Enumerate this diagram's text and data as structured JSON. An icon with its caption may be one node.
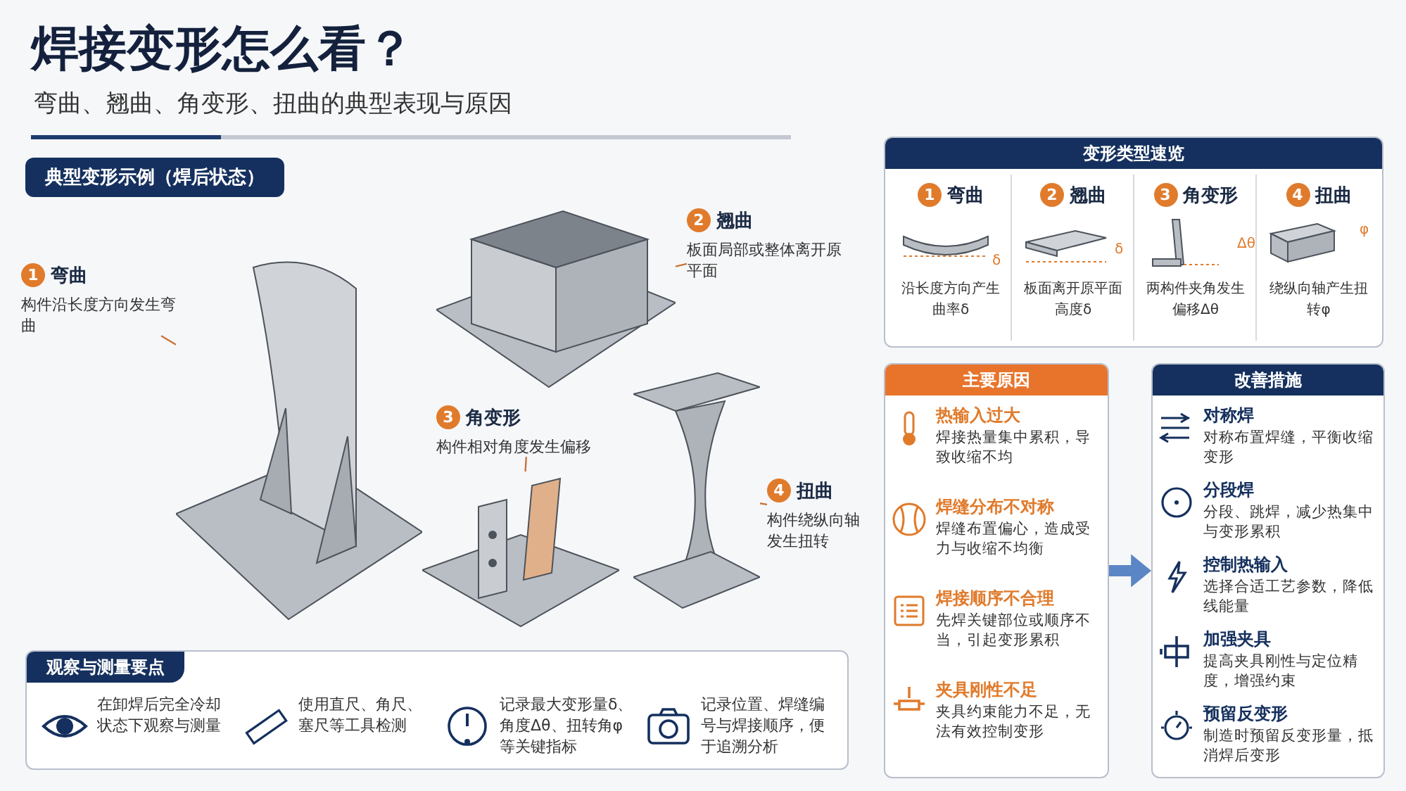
{
  "diagram": {
    "title": "焊接变形怎么看？",
    "nodes": [
      {
        "text": [],
        "shape": "picture"
      },
      {
        "text": [
          "1",
          "弯曲",
          "构件沿长度方向发生弯曲"
        ]
      },
      {
        "text": [],
        "shape": "picture"
      },
      {
        "text": [
          "2",
          "翘曲",
          "板面局部或整体离开原平面"
        ]
      },
      {
        "text": [],
        "shape": "picture"
      },
      {
        "text": [
          "3",
          "角变形",
          "构件相对角度发生偏移"
        ]
      },
      {
        "text": [],
        "shape": "picture"
      },
      {
        "text": [
          "4",
          "扭曲",
          "构件绕纵向轴发生扭转"
        ]
      },
      {
        "text": [
          "变形类型速览"
        ]
      },
      {
        "text": [
          "1",
          "弯曲",
          "沿长度方向产生曲率δ"
        ],
        "in": 8
      },
      {
        "text": [
          "2",
          "翘曲",
          "板面离开原平面高度δ"
        ],
        "in": 8
      },
      {
        "text": [
          "3",
          "角变形",
          "两构件夹角发生偏移Δθ"
        ],
        "in": 8
      },
      {
        "text": [
          "4",
          "扭曲",
          "绕纵向轴产生扭转φ"
        ],
        "in": 8
      },
      {
        "text": [
          "主要原因"
        ]
      },
      {
        "text": [
          "热输入过大",
          "焊接热量集中累积，导致收缩不均"
        ],
        "in": 13
      },
      {
        "text": [
          "焊缝分布不对称",
          "焊缝布置偏心，造成受力与收缩不均衡"
        ],
        "in": 13
      },
      {
        "text": [
          "焊接顺序不合理",
          "先焊关键部位或顺序不当，引起变形累积"
        ],
        "in": 13
      },
      {
        "text": [
          "夹具刚性不足",
          "夹具约束能力不足，无法有效控制变形"
        ],
        "in": 13
      },
      {
        "text": [
          "改善措施"
        ]
      },
      {
        "text": [
          "对称焊",
          "对称布置焊缝，平衡收缩变形"
        ],
        "in": 18
      },
      {
        "text": [
          "分段焊",
          "分段、跳焊，减少热集中与变形累积"
        ],
        "in": 18
      },
      {
        "text": [
          "控制热输入",
          "选择合适工艺参数，降低线能量"
        ],
        "in": 18
      },
      {
        "text": [
          "加强夹具",
          "提高夹具刚性与定位精度，增强约束"
        ],
        "in": 18
      },
      {
        "text": [
          "预留反变形",
          "制造时预留反变形量，抵消焊后变形"
        ],
        "in": 18
      },
      {
        "text": [
          "观察与测量要点"
        ]
      },
      {
        "text": [
          "在卸焊后完全冷却状态下观察与测量"
        ],
        "in": 24
      },
      {
        "text": [
          "使用直尺、角尺、塞尺等工具检测"
        ],
        "in": 24
      },
      {
        "text": [
          "记录最大变形量δ、角度Δθ、扭转角φ等关键指标"
        ],
        "in": 24
      },
      {
        "text": [
          "记录位置、焊缝编号与焊接顺序，便于追溯分析"
        ],
        "in": 24
      }
    ],
    "edges": [
      {
        "from": 1,
        "to": 0,
        "arrow": "none",
        "color": "#c8743a"
      },
      {
        "from": 3,
        "to": 2,
        "arrow": "none",
        "color": "#c8743a"
      },
      {
        "from": 5,
        "to": 4,
        "arrow": "none",
        "color": "#c8743a"
      },
      {
        "from": 7,
        "to": 6,
        "arrow": "none",
        "color": "#c8743a"
      },
      {
        "from": 13,
        "to": 18,
        "arrow": "to",
        "style": "thick",
        "color": "#5b86c5"
      }
    ],
    "labels": [
      "弯曲、翘曲、角变形、扭曲的典型表现与原因",
      "典型变形示例（焊后状态）",
      "δ",
      "δ",
      "Δθ",
      "φ"
    ]
  }
}
